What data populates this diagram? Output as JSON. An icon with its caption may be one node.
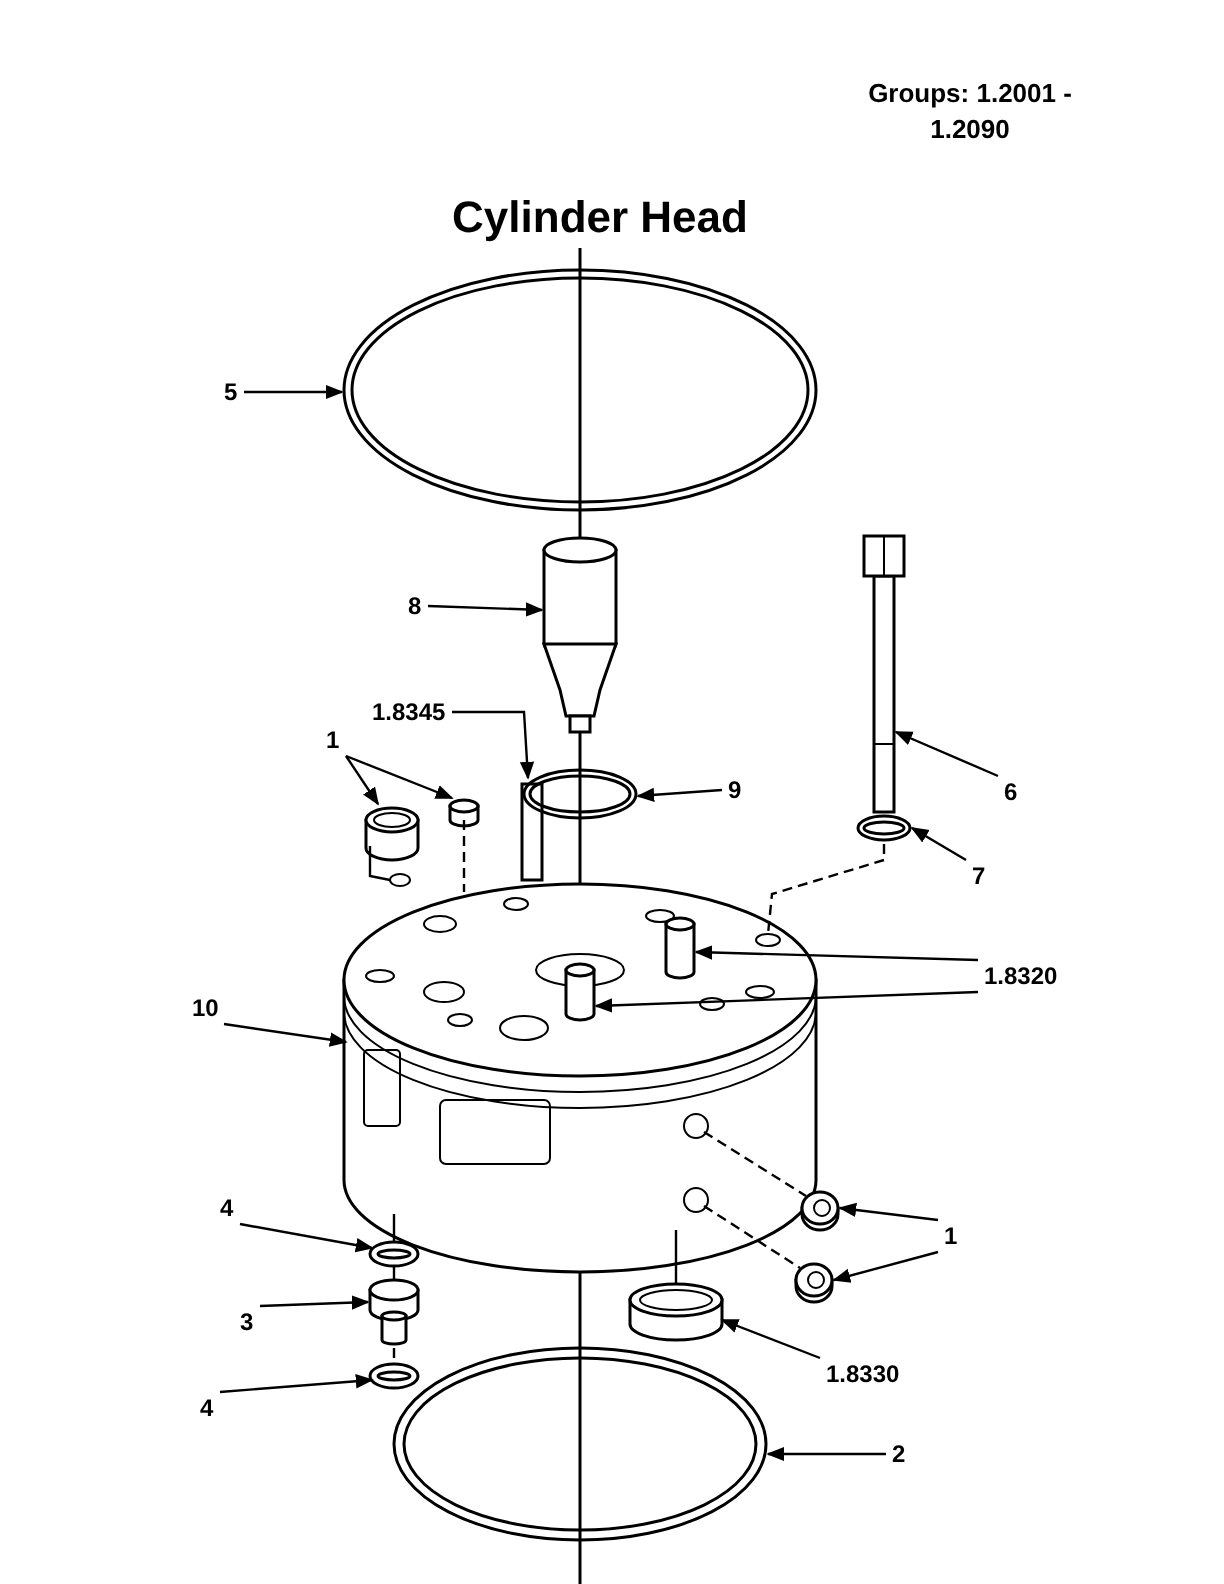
{
  "diagram": {
    "title": "Cylinder Head",
    "nodes": [
      {
        "text": [
          "5"
        ]
      },
      {
        "text": [],
        "shape": "circle"
      },
      {
        "text": [
          "8"
        ]
      },
      {
        "text": [],
        "shape": "cylinder"
      },
      {
        "text": [
          "1.8345"
        ]
      },
      {
        "text": [],
        "shape": "bar"
      },
      {
        "text": [
          "1"
        ]
      },
      {
        "text": [],
        "shape": "cylinder"
      },
      {
        "text": [],
        "shape": "cylinder"
      },
      {
        "text": [
          "9"
        ]
      },
      {
        "text": [],
        "shape": "circle"
      },
      {
        "text": [
          "6"
        ]
      },
      {
        "text": [],
        "shape": "bar"
      },
      {
        "text": [
          "7"
        ]
      },
      {
        "text": [],
        "shape": "circle"
      },
      {
        "text": [
          "10"
        ]
      },
      {
        "text": [],
        "shape": "picture"
      },
      {
        "text": [
          "1.8320"
        ]
      },
      {
        "text": [],
        "shape": "cylinder"
      },
      {
        "text": [],
        "shape": "cylinder"
      },
      {
        "text": [
          "4"
        ]
      },
      {
        "text": [],
        "shape": "circle"
      },
      {
        "text": [
          "3"
        ]
      },
      {
        "text": [],
        "shape": "cylinder"
      },
      {
        "text": [
          "4"
        ]
      },
      {
        "text": [],
        "shape": "circle"
      },
      {
        "text": [
          "1"
        ]
      },
      {
        "text": [],
        "shape": "cylinder"
      },
      {
        "text": [],
        "shape": "cylinder"
      },
      {
        "text": [
          "1.8330"
        ]
      },
      {
        "text": [],
        "shape": "cylinder"
      },
      {
        "text": [
          "2"
        ]
      },
      {
        "text": [],
        "shape": "circle"
      }
    ],
    "edges": [
      {
        "from": 0,
        "to": 1,
        "arrow": "to"
      },
      {
        "from": 2,
        "to": 3,
        "arrow": "to"
      },
      {
        "from": 4,
        "to": 5,
        "arrow": "to"
      },
      {
        "from": 6,
        "to": 7,
        "arrow": "to"
      },
      {
        "from": 6,
        "to": 8,
        "arrow": "to"
      },
      {
        "from": 9,
        "to": 10,
        "arrow": "to"
      },
      {
        "from": 11,
        "to": 12,
        "arrow": "to"
      },
      {
        "from": 13,
        "to": 14,
        "arrow": "to"
      },
      {
        "from": 15,
        "to": 16,
        "arrow": "to"
      },
      {
        "from": 17,
        "to": 18,
        "arrow": "to"
      },
      {
        "from": 17,
        "to": 19,
        "arrow": "to"
      },
      {
        "from": 20,
        "to": 21,
        "arrow": "to"
      },
      {
        "from": 22,
        "to": 23,
        "arrow": "to"
      },
      {
        "from": 24,
        "to": 25,
        "arrow": "to"
      },
      {
        "from": 26,
        "to": 27,
        "arrow": "to"
      },
      {
        "from": 26,
        "to": 28,
        "arrow": "to"
      },
      {
        "from": 29,
        "to": 30,
        "arrow": "to"
      },
      {
        "from": 31,
        "to": 32,
        "arrow": "to"
      },
      {
        "from": 7,
        "to": 16,
        "arrow": "none"
      },
      {
        "from": 8,
        "to": 16,
        "arrow": "none",
        "style": "dashed"
      },
      {
        "from": 14,
        "to": 16,
        "arrow": "none",
        "style": "dashed"
      },
      {
        "from": 16,
        "to": 27,
        "arrow": "none",
        "style": "dashed"
      },
      {
        "from": 16,
        "to": 28,
        "arrow": "none",
        "style": "dashed"
      },
      {
        "from": 16,
        "to": 21,
        "arrow": "none"
      },
      {
        "from": 21,
        "to": 23,
        "arrow": "none"
      },
      {
        "from": 23,
        "to": 25,
        "arrow": "none",
        "style": "dashed"
      },
      {
        "from": 16,
        "to": 30,
        "arrow": "none"
      }
    ],
    "labels": [
      "Groups: 1.2001 - 1.2090"
    ]
  }
}
